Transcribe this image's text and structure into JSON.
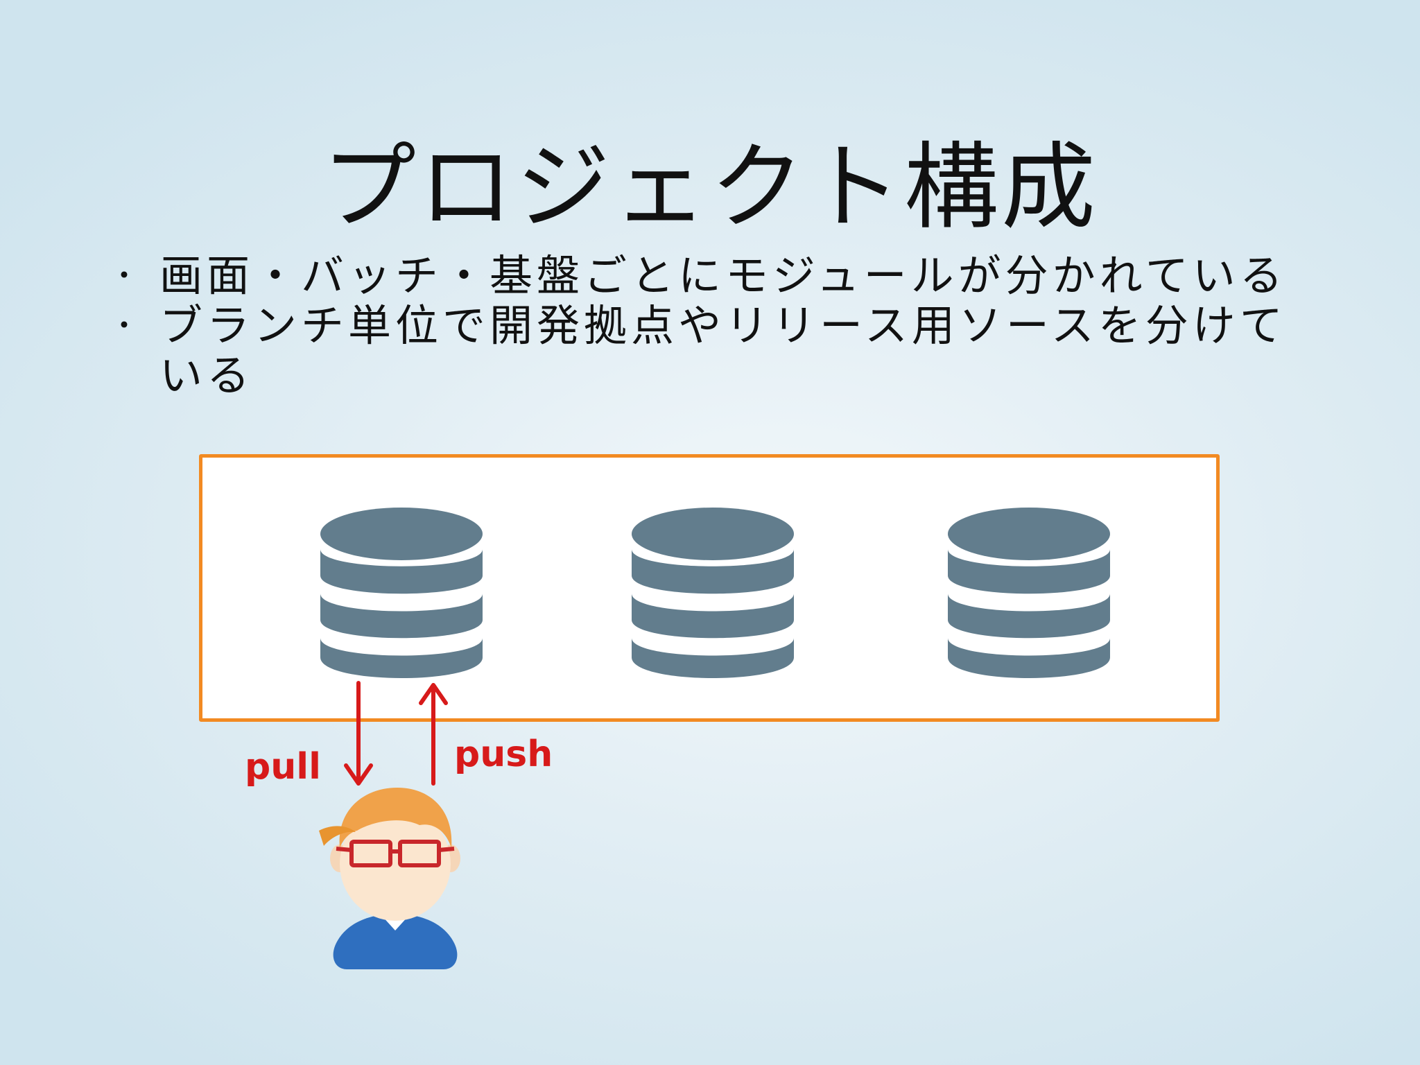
{
  "slide": {
    "title": "プロジェクト構成",
    "bullets": [
      "画面・バッチ・基盤ごとにモジュールが分かれている",
      "ブランチ単位で開発拠点やリリース用ソースを分けている"
    ]
  },
  "diagram": {
    "repositories": [
      {
        "icon": "database-icon"
      },
      {
        "icon": "database-icon"
      },
      {
        "icon": "database-icon"
      }
    ],
    "arrows": {
      "pull_label": "pull",
      "push_label": "push"
    },
    "user_icon": "developer-avatar-icon",
    "colors": {
      "database": "#627d8d",
      "frame": "#f28a22",
      "arrow": "#d71a1a",
      "background": "#dbeaf1"
    }
  }
}
